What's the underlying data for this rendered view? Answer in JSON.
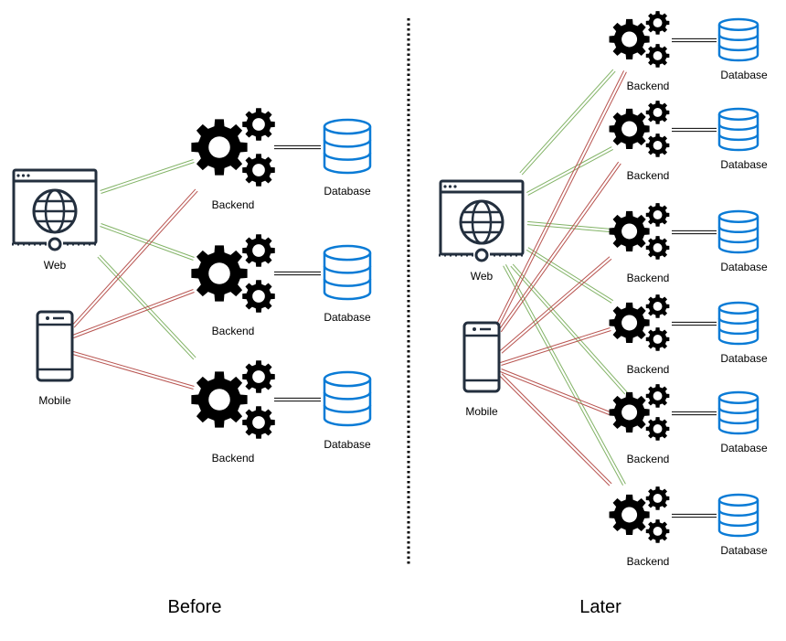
{
  "before": {
    "caption": "Before",
    "web": {
      "label": "Web"
    },
    "mobile": {
      "label": "Mobile"
    },
    "backends": [
      {
        "label": "Backend",
        "database": "Database"
      },
      {
        "label": "Backend",
        "database": "Database"
      },
      {
        "label": "Backend",
        "database": "Database"
      }
    ]
  },
  "later": {
    "caption": "Later",
    "web": {
      "label": "Web"
    },
    "mobile": {
      "label": "Mobile"
    },
    "backends": [
      {
        "label": "Backend",
        "database": "Database"
      },
      {
        "label": "Backend",
        "database": "Database"
      },
      {
        "label": "Backend",
        "database": "Database"
      },
      {
        "label": "Backend",
        "database": "Database"
      },
      {
        "label": "Backend",
        "database": "Database"
      },
      {
        "label": "Backend",
        "database": "Database"
      }
    ]
  },
  "colors": {
    "web_link": "#82b366",
    "mobile_link": "#b85450",
    "database_stroke": "#0a7bd6",
    "device_stroke": "#232f3e",
    "divider": "#000000"
  },
  "icons": {
    "web": "browser-globe-icon",
    "mobile": "mobile-phone-icon",
    "backend": "gears-icon",
    "database": "database-icon"
  }
}
